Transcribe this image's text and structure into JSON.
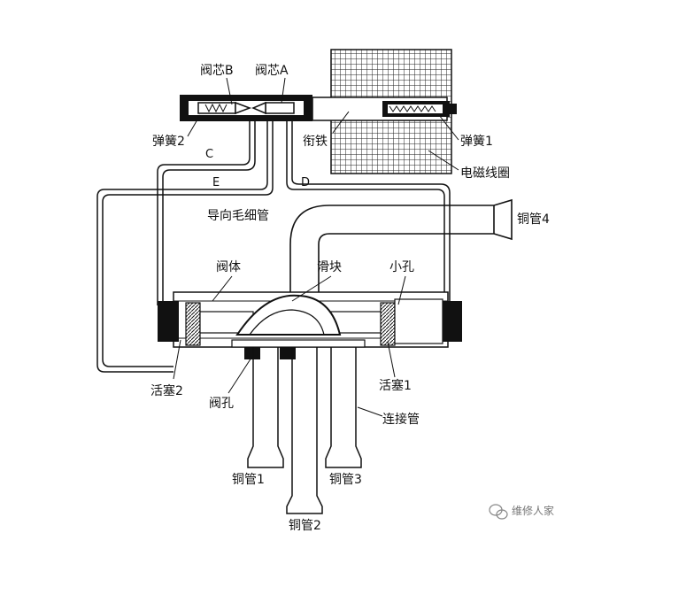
{
  "labels": {
    "valve_core_b": "阀芯B",
    "valve_core_a": "阀芯A",
    "spring_2": "弹簧2",
    "spring_1": "弹簧1",
    "armature": "衔铁",
    "coil": "电磁线圈",
    "c": "C",
    "e": "E",
    "d": "D",
    "pilot_capillary": "导向毛细管",
    "copper_pipe_4": "铜管4",
    "valve_body": "阀体",
    "slider": "滑块",
    "small_hole": "小孔",
    "piston_2": "活塞2",
    "valve_hole": "阀孔",
    "piston_1": "活塞1",
    "connecting_pipe": "连接管",
    "copper_pipe_1": "铜管1",
    "copper_pipe_3": "铜管3",
    "copper_pipe_2": "铜管2"
  },
  "watermark": {
    "text": "维修人家",
    "icon": "wechat-icon"
  },
  "colors": {
    "ink": "#111111",
    "paper": "#ffffff",
    "watermark": "#888888"
  }
}
